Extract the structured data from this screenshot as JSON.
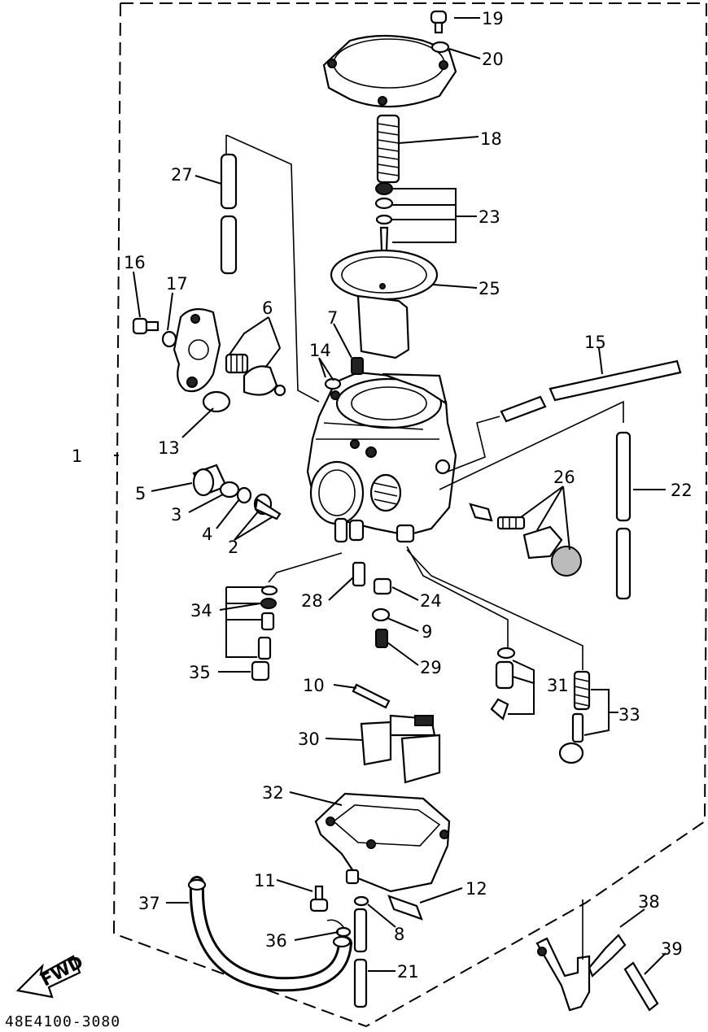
{
  "labels": {
    "p1": "1",
    "p2": "2",
    "p3": "3",
    "p4": "4",
    "p5": "5",
    "p6": "6",
    "p7": "7",
    "p8": "8",
    "p9": "9",
    "p10": "10",
    "p11": "11",
    "p12": "12",
    "p13": "13",
    "p14": "14",
    "p15": "15",
    "p16": "16",
    "p17": "17",
    "p18": "18",
    "p19": "19",
    "p20": "20",
    "p21": "21",
    "p22": "22",
    "p23": "23",
    "p24": "24",
    "p25": "25",
    "p26": "26",
    "p27": "27",
    "p28": "28",
    "p29": "29",
    "p30": "30",
    "p31": "31",
    "p32": "32",
    "p33": "33",
    "p34": "34",
    "p35": "35",
    "p36": "36",
    "p37": "37",
    "p38": "38",
    "p39": "39"
  },
  "fwd_label": "FWD",
  "diagram_code": "48E4100-3080"
}
